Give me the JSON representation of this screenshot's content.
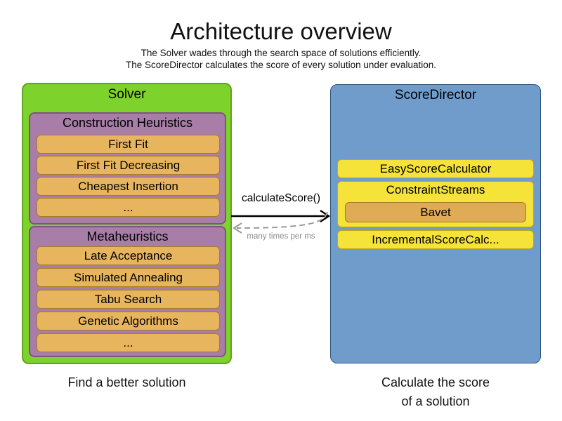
{
  "header": {
    "title": "Architecture overview",
    "subtitle1": "The Solver wades through the search space of solutions efficiently.",
    "subtitle2": "The ScoreDirector calculates the score of every solution under evaluation."
  },
  "solver": {
    "title": "Solver",
    "caption": "Find a better solution",
    "construction_heuristics": {
      "title": "Construction Heuristics",
      "items": [
        "First Fit",
        "First Fit Decreasing",
        "Cheapest Insertion",
        "..."
      ]
    },
    "metaheuristics": {
      "title": "Metaheuristics",
      "items": [
        "Late Acceptance",
        "Simulated Annealing",
        "Tabu Search",
        "Genetic Algorithms",
        "..."
      ]
    }
  },
  "score_director": {
    "title": "ScoreDirector",
    "caption_line1": "Calculate the score",
    "caption_line2": "of a solution",
    "easy_score_calculator": "EasyScoreCalculator",
    "constraint_streams": "ConstraintStreams",
    "bavet": "Bavet",
    "incremental_score_calculator": "IncrementalScoreCalc..."
  },
  "connection": {
    "call_label": "calculateScore()",
    "frequency_label": "many times per ms"
  },
  "palette": {
    "green_fill": "#7dd22b",
    "green_border": "#5fa51d",
    "purple_fill": "#a87da8",
    "purple_border": "#7b557b",
    "orange_fill": "#e7b55e",
    "orange_border": "#ab7b21",
    "blue_fill": "#6f9cca",
    "blue_border": "#2f547b",
    "yellow_fill": "#f6e339",
    "yellow_border": "#c2a51a",
    "bavet_fill": "#dfac55",
    "bavet_border": "#a87a20",
    "arrow_black": "#000000",
    "arrow_gray": "#999999",
    "gray_label": "#8c8c8c"
  }
}
